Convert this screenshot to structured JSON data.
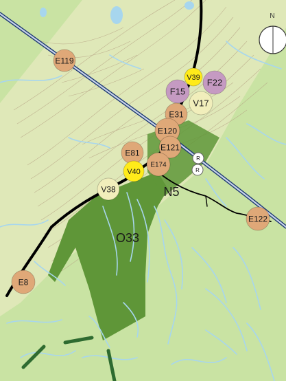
{
  "compass": {
    "label": "N",
    "icon": "north-arrow-icon"
  },
  "colors": {
    "land": "#c9e3a3",
    "highland": "#dfe8b8",
    "protected_area": "#5f9638",
    "water": "#a7d6ee",
    "contour": "#b5a083",
    "power_line": "#000000",
    "highway": "#1f3b73",
    "marker_orange": "#dfa878",
    "marker_purple": "#c59ac2",
    "marker_pale": "#f1eebb",
    "marker_yellow": "#ffeb1a",
    "marker_white": "#ffffff"
  },
  "markers": [
    {
      "id": "E119",
      "label": "E119",
      "category": "E",
      "color": "marker_orange"
    },
    {
      "id": "V39",
      "label": "V39",
      "category": "V",
      "color": "marker_yellow"
    },
    {
      "id": "F22",
      "label": "F22",
      "category": "F",
      "color": "marker_purple"
    },
    {
      "id": "F15",
      "label": "F15",
      "category": "F",
      "color": "marker_purple"
    },
    {
      "id": "V17",
      "label": "V17",
      "category": "V",
      "color": "marker_pale"
    },
    {
      "id": "E31",
      "label": "E31",
      "category": "E",
      "color": "marker_orange"
    },
    {
      "id": "E120",
      "label": "E120",
      "category": "E",
      "color": "marker_orange"
    },
    {
      "id": "E81",
      "label": "E81",
      "category": "E",
      "color": "marker_orange"
    },
    {
      "id": "E121",
      "label": "E121",
      "category": "E",
      "color": "marker_orange"
    },
    {
      "id": "R1",
      "label": "R",
      "category": "R",
      "color": "marker_white"
    },
    {
      "id": "R2",
      "label": "R",
      "category": "R",
      "color": "marker_white"
    },
    {
      "id": "V40",
      "label": "V40",
      "category": "V",
      "color": "marker_yellow"
    },
    {
      "id": "E174",
      "label": "E174",
      "category": "E",
      "color": "marker_orange"
    },
    {
      "id": "V38",
      "label": "V38",
      "category": "V",
      "color": "marker_pale"
    },
    {
      "id": "E122",
      "label": "E122",
      "category": "E",
      "color": "marker_orange"
    },
    {
      "id": "E8",
      "label": "E8",
      "category": "E",
      "color": "marker_orange"
    }
  ],
  "areas": [
    {
      "id": "O33",
      "label": "O33"
    },
    {
      "id": "N5",
      "label": "N5"
    }
  ]
}
